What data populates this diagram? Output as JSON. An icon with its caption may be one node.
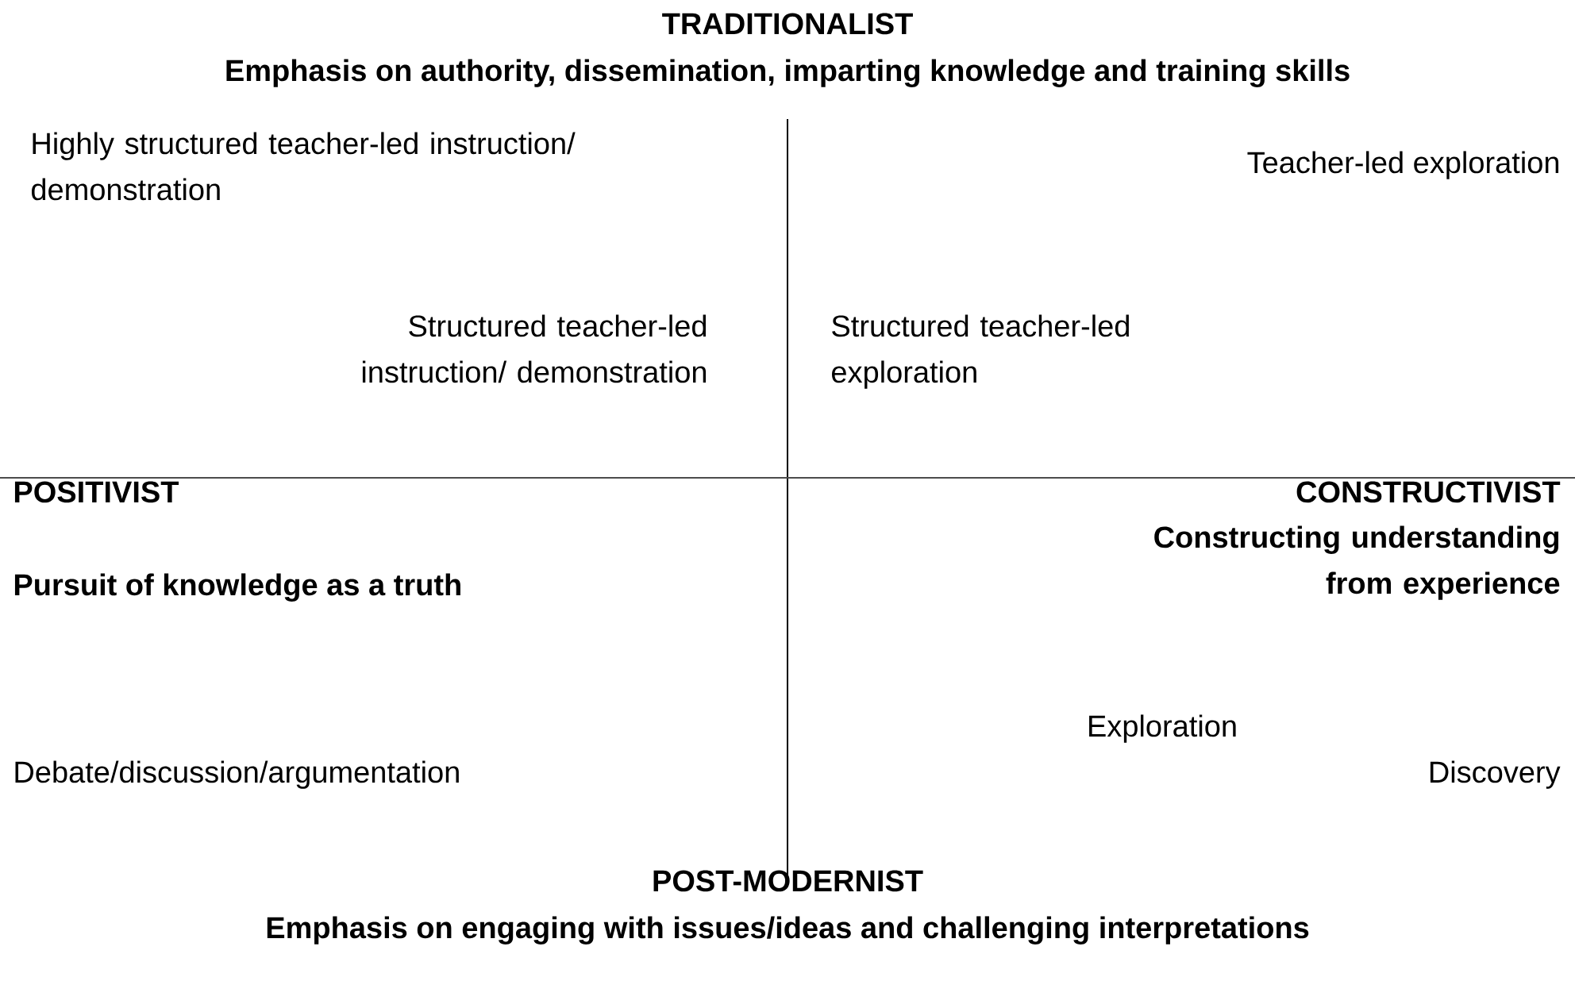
{
  "diagram": {
    "labels": [
      "TRADITIONALIST",
      "Emphasis on authority, dissemination, imparting knowledge and training skills",
      "Highly structured teacher-led instruction/ demonstration",
      "Teacher-led exploration",
      "Structured teacher-led instruction/ demonstration",
      "Structured teacher-led exploration",
      "POSITIVIST",
      "CONSTRUCTIVIST",
      "Constructing understanding from experience",
      "Pursuit of knowledge as a truth",
      "Exploration",
      "Debate/discussion/argumentation",
      "Discovery",
      "POST-MODERNIST",
      "Emphasis on engaging with issues/ideas and challenging interpretations"
    ]
  }
}
